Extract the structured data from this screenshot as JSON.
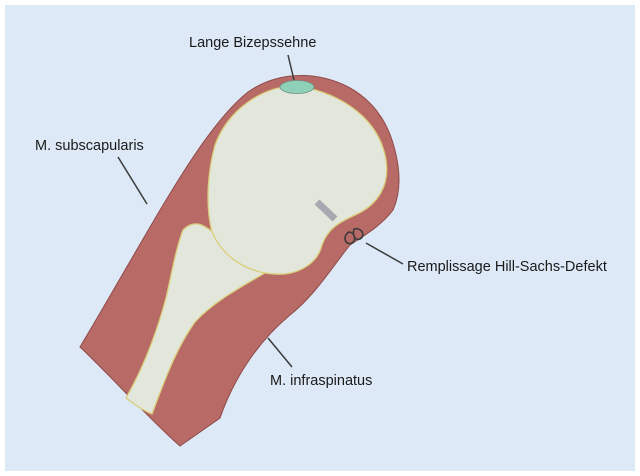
{
  "figure": {
    "colors": {
      "background": "#dde9f7",
      "muscle": "#b86a67",
      "muscle_edge": "#8e4a48",
      "bone": "#e3e6da",
      "bone_edge": "#d9cf7a",
      "tendon": "#8fd0b8",
      "defect": "#a7a9b0",
      "leader": "#3b3b3b",
      "text": "#1a1a1a"
    },
    "labels": {
      "biceps": "Lange Bizepssehne",
      "subscapularis": "M. subscapularis",
      "remplissage": "Remplissage Hill-Sachs-Defekt",
      "infraspinatus": "M. infraspinatus"
    }
  }
}
